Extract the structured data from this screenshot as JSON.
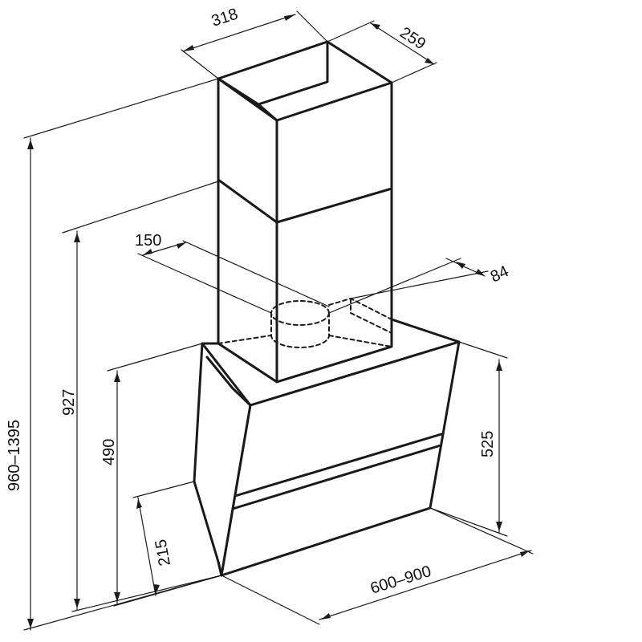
{
  "dimensions": {
    "chimney_width": "318",
    "chimney_depth": "259",
    "outlet_diameter": "150",
    "outlet_offset": "84",
    "total_height": "960–1395",
    "height_927": "927",
    "body_height": "490",
    "front_height": "525",
    "bottom_depth": "215",
    "width_range": "600–900"
  },
  "colors": {
    "stroke": "#1a1a1a",
    "background": "#ffffff"
  }
}
